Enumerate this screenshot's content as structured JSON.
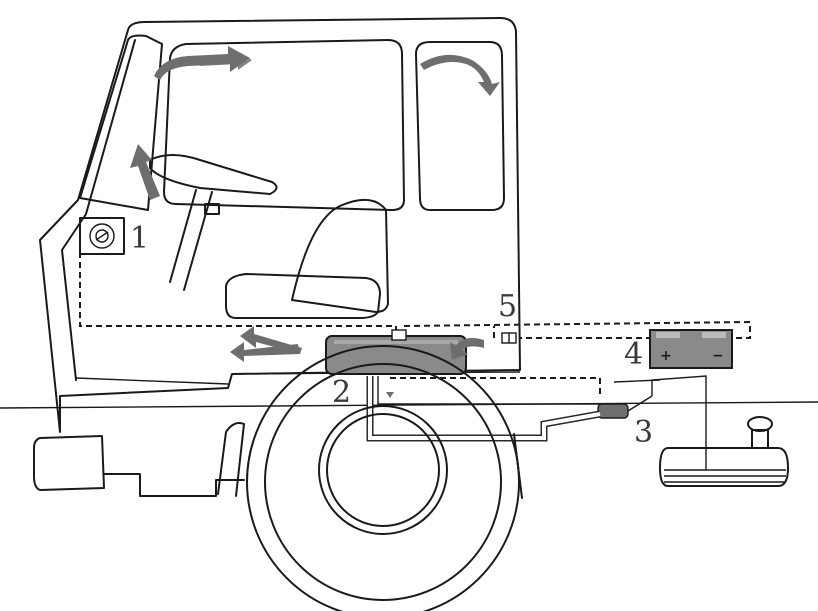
{
  "labels": {
    "l1": "1",
    "l2": "2",
    "l3": "3",
    "l4": "4",
    "l5": "5"
  },
  "battery": {
    "plus": "+",
    "minus": "−"
  },
  "colors": {
    "line": "#1a1a1a",
    "airflow_arrow": "#6e6e6e",
    "heater_body": "#8a8a8a"
  }
}
